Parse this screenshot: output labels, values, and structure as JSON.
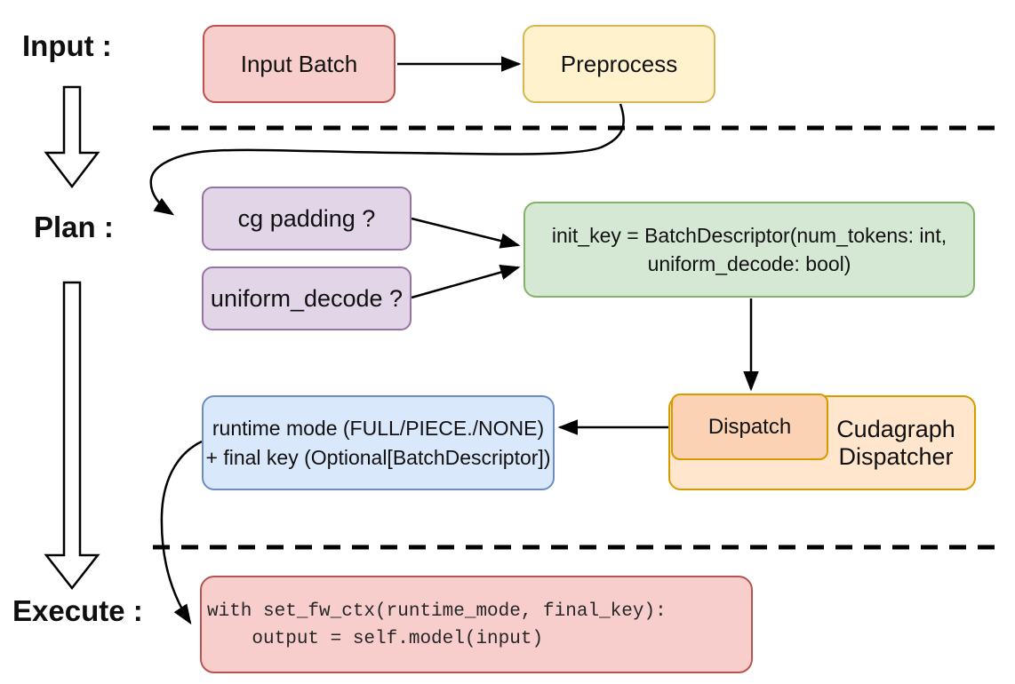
{
  "diagram_title": "cudagraph dispatch pipeline (input / plan / execute)",
  "stages": {
    "input_label": "Input :",
    "plan_label": "Plan :",
    "execute_label": "Execute :"
  },
  "nodes": {
    "input_batch": {
      "label": "Input Batch"
    },
    "preprocess": {
      "label": "Preprocess"
    },
    "cg_padding": {
      "label": "cg padding ?"
    },
    "uniform_decode": {
      "label": "uniform_decode ?"
    },
    "init_key": {
      "line1": "init_key = BatchDescriptor(num_tokens: int,",
      "line2": "uniform_decode: bool)"
    },
    "dispatch": {
      "label": "Dispatch"
    },
    "cudagraph_dispatcher": {
      "label": "Cudagraph Dispatcher"
    },
    "runtime_result": {
      "line1": "runtime mode (FULL/PIECE./NONE)",
      "line2": "+ final key (Optional[BatchDescriptor])"
    },
    "execute_code": {
      "line1": "with set_fw_ctx(runtime_mode, final_key):",
      "line2": "    output = self.model(input)"
    }
  },
  "edges": [
    {
      "from": "input_batch",
      "to": "preprocess",
      "style": "straight-arrow"
    },
    {
      "from": "preprocess",
      "to": "cg_padding",
      "style": "curved-arrow"
    },
    {
      "from": "cg_padding",
      "to": "init_key",
      "style": "straight-arrow"
    },
    {
      "from": "uniform_decode",
      "to": "init_key",
      "style": "straight-arrow"
    },
    {
      "from": "init_key",
      "to": "dispatch",
      "style": "straight-arrow"
    },
    {
      "from": "dispatch",
      "to": "runtime_result",
      "style": "straight-arrow"
    },
    {
      "from": "runtime_result",
      "to": "execute_code",
      "style": "curved-arrow"
    },
    {
      "from": "input_label",
      "to": "plan_label",
      "style": "hollow-block-arrow"
    },
    {
      "from": "plan_label",
      "to": "execute_label",
      "style": "hollow-block-arrow"
    }
  ],
  "separators": [
    {
      "type": "dashed-line",
      "between": [
        "input",
        "plan"
      ]
    },
    {
      "type": "dashed-line",
      "between": [
        "plan",
        "execute"
      ]
    }
  ],
  "palette": {
    "red-fill": "#f8cecc",
    "red-stroke": "#b85450",
    "yellow-fill": "#fff2cc",
    "yellow-stroke": "#d6b656",
    "purple-fill": "#e1d5e7",
    "purple-stroke": "#9673a6",
    "green-fill": "#d5e8d4",
    "green-stroke": "#82b366",
    "orange-fill": "#ffe6cc",
    "orange-stroke": "#d79b00",
    "dispatch-fill": "#fbd2b4",
    "blue-fill": "#dae8fc",
    "blue-stroke": "#6c8ebf",
    "line-color": "#000000"
  }
}
